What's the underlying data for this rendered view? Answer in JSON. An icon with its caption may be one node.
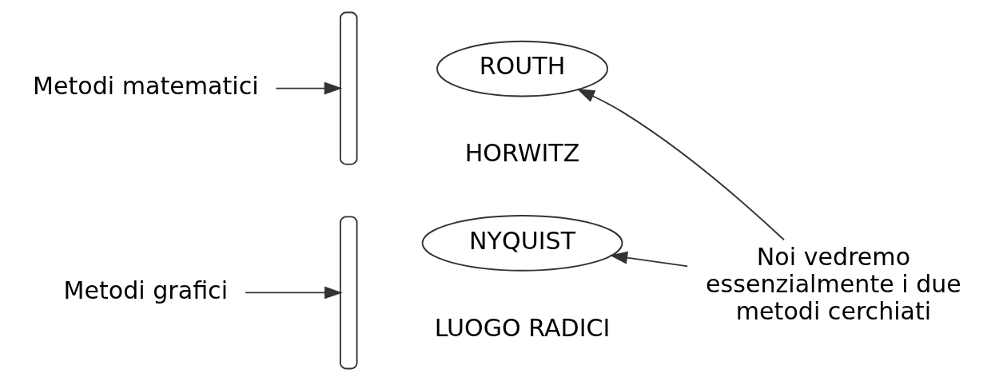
{
  "diagram": {
    "nodes": [
      {
        "text": [
          "Metodi matematici"
        ]
      },
      {
        "text": [],
        "shape": "brace"
      },
      {
        "text": [
          "ROUTH"
        ]
      },
      {
        "text": [
          "Metodi grafici"
        ]
      },
      {
        "text": [],
        "shape": "brace"
      },
      {
        "text": [
          "NYQUIST"
        ]
      },
      {
        "text": [
          "Noi vedremo essenzialmente i due metodi cerchiati"
        ]
      }
    ],
    "edges": [
      {
        "from": 0,
        "to": 1,
        "arrow": "to"
      },
      {
        "from": 3,
        "to": 4,
        "arrow": "to"
      },
      {
        "from": 6,
        "to": 2,
        "arrow": "to"
      },
      {
        "from": 6,
        "to": 5,
        "arrow": "to"
      }
    ],
    "labels": [
      "HORWITZ",
      "LUOGO RADICI"
    ]
  }
}
